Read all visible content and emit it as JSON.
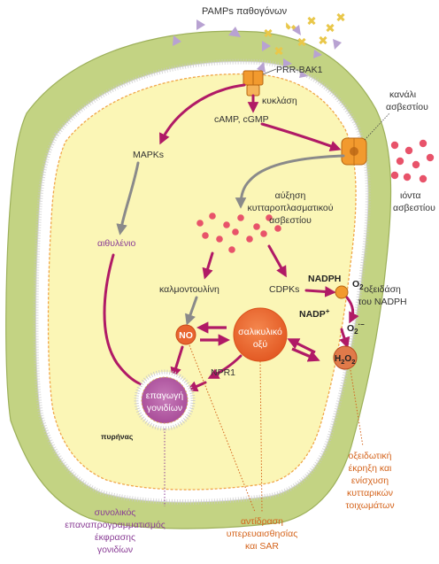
{
  "labels": {
    "pamps": "PAMPs παθογόνων",
    "prr": "PRR-BAK1",
    "cyclase": "κυκλάση",
    "camp": "cAMP, cGMP",
    "mapks": "MAPKs",
    "ethylene": "αιθυλένιο",
    "calcium_channel_1": "κανάλι",
    "calcium_channel_2": "ασβεστίου",
    "calcium_ions_1": "ιόντα",
    "calcium_ions_2": "ασβεστίου",
    "cytosolic_ca_1": "αύξηση",
    "cytosolic_ca_2": "κυτταροπλασματικού",
    "cytosolic_ca_3": "ασβεστίου",
    "calmodulin": "καλμοντουλίνη",
    "cdpks": "CDPKs",
    "nadph": "NADPH",
    "nadp": "NADP",
    "nadp_sup": "+",
    "o2": "O",
    "o2_sub": "2",
    "superoxide": "O",
    "superoxide_sub": "2",
    "superoxide_sup": "·–",
    "nadph_oxidase_1": "οξειδάση",
    "nadph_oxidase_2": "του NADPH",
    "no": "NO",
    "salicylic_1": "σαλικυλικό",
    "salicylic_2": "οξύ",
    "h2o2_h": "H",
    "h2o2_2a": "2",
    "h2o2_o": "O",
    "h2o2_2b": "2",
    "npr1": "NPR1",
    "gene_induction_1": "επαγωγή",
    "gene_induction_2": "γονιδίων",
    "nucleus": "πυρήνας",
    "oxidative_1": "οξειδωτική",
    "oxidative_2": "έκρηξη και",
    "oxidative_3": "ενίσχυση",
    "oxidative_4": "κυτταρικών",
    "oxidative_5": "τοιχωμάτων",
    "global_1": "συνολικός",
    "global_2": "επαναπρογραμματισμός",
    "global_3": "έκφρασης",
    "global_4": "γονιδίων",
    "hr_1": "αντίδραση",
    "hr_2": "υπερευαισθησίας",
    "hr_3": "και SAR"
  },
  "colors": {
    "cell_wall": "#c3d383",
    "cytoplasm": "#fbf6b6",
    "membrane": "#ffffff",
    "arrow_magenta": "#b01a66",
    "arrow_gray": "#8a8a8a",
    "calcium_ion": "#e8536a",
    "salicylic": "#e8652f",
    "nucleus": "#b75aa6",
    "pamp_triangle": "#b8a2d2",
    "pamp_cross": "#e9c74a",
    "orange_text": "#d4631b",
    "purple_text": "#8a3e96",
    "receptor": "#f29a2e"
  }
}
